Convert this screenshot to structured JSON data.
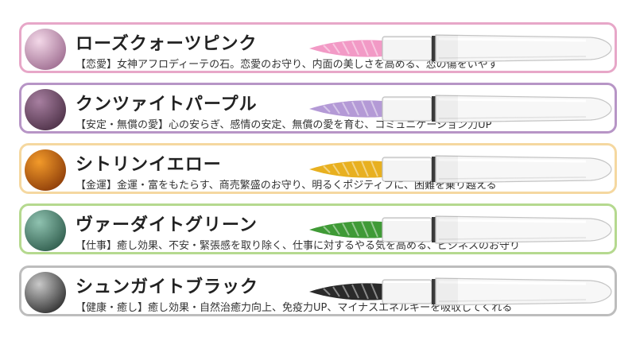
{
  "items": [
    {
      "name": "ローズクォーツピンク",
      "tag": "【恋愛】",
      "desc": "女神アフロディーテの石。恋愛のお守り、内面の美しさを高める、恋の傷をいやす",
      "border": "#e7a7c8",
      "nib": "#f29ac6",
      "stone_a": "#f3d8e8",
      "stone_b": "#9c6a8e"
    },
    {
      "name": "クンツァイトパープル",
      "tag": "【安定・無償の愛】",
      "desc": "心の安らぎ、感情の安定、無償の愛を育む、コミュニケーション力UP",
      "border": "#b795c6",
      "nib": "#b49ad6",
      "stone_a": "#a77fa0",
      "stone_b": "#4b2f45"
    },
    {
      "name": "シトリンイエロー",
      "tag": "【金運】",
      "desc": "金運・富をもたらす、商売繁盛のお守り、明るくポジティブに、困難を乗り越える",
      "border": "#f5d8a0",
      "nib": "#e8b020",
      "stone_a": "#f29a2a",
      "stone_b": "#8a3a08"
    },
    {
      "name": "ヴァーダイトグリーン",
      "tag": "【仕事】",
      "desc": "癒し効果、不安・緊張感を取り除く、仕事に対するやる気を高める、ビジネスのお守り",
      "border": "#b5d98f",
      "nib": "#3f9a36",
      "stone_a": "#8fc2b0",
      "stone_b": "#2d5a4a"
    },
    {
      "name": "シュンガイトブラック",
      "tag": "【健康・癒し】",
      "desc": "癒し効果・自然治癒力向上、免疫力UP、マイナスエネルギーを吸収してくれる",
      "border": "#bdbdbd",
      "nib": "#2a2a2a",
      "stone_a": "#c9c9c9",
      "stone_b": "#2b2b2b"
    }
  ]
}
